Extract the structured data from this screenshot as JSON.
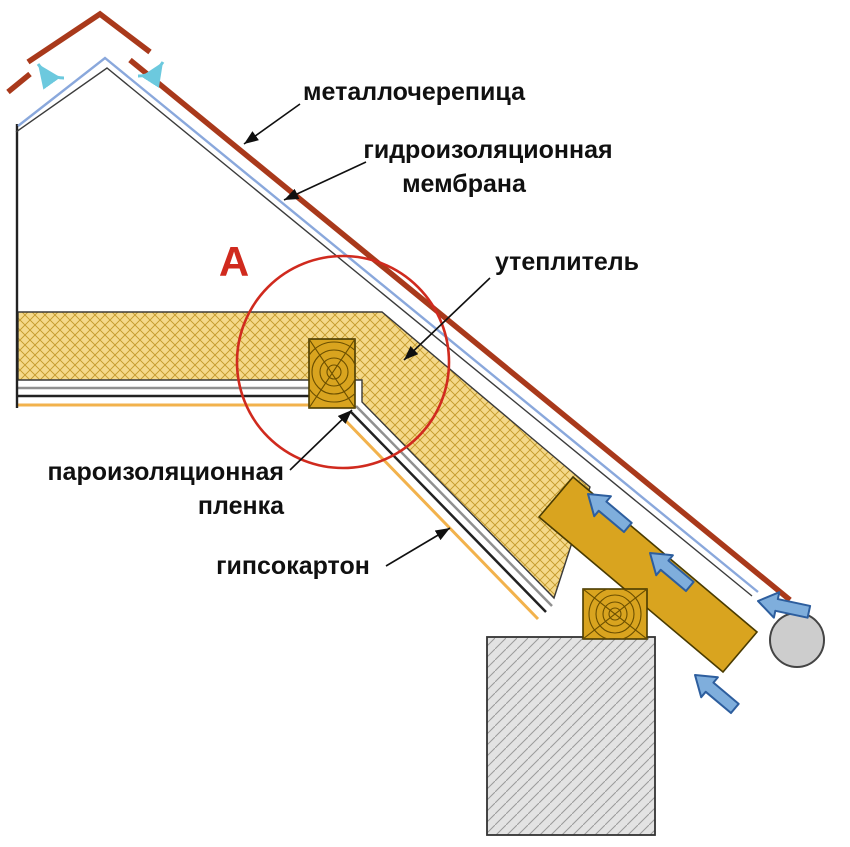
{
  "diagram": {
    "title": "roof-eaves-ventilation-section",
    "labels": {
      "metal_tile": "металлочерепица",
      "membrane_line1": "гидроизоляционная",
      "membrane_line2": "мембрана",
      "insulation": "утеплитель",
      "vapor_line1": "пароизоляционная",
      "vapor_line2": "пленка",
      "drywall": "гипсокартон",
      "detail_marker": "А"
    },
    "colors": {
      "roof_red": "#A9391B",
      "membrane_blue": "#8AA8DC",
      "insulation_fill": "#F5D98A",
      "insulation_hatch": "#C49A2A",
      "wood_gold": "#D9A41F",
      "wall_gray": "#E3E3E3",
      "airflow_blue": "#7FAEDC",
      "ridge_vent_cyan": "#6CC9DE",
      "detail_red": "#D02A1E",
      "drywall_line_orange": "#F2B24C"
    }
  }
}
